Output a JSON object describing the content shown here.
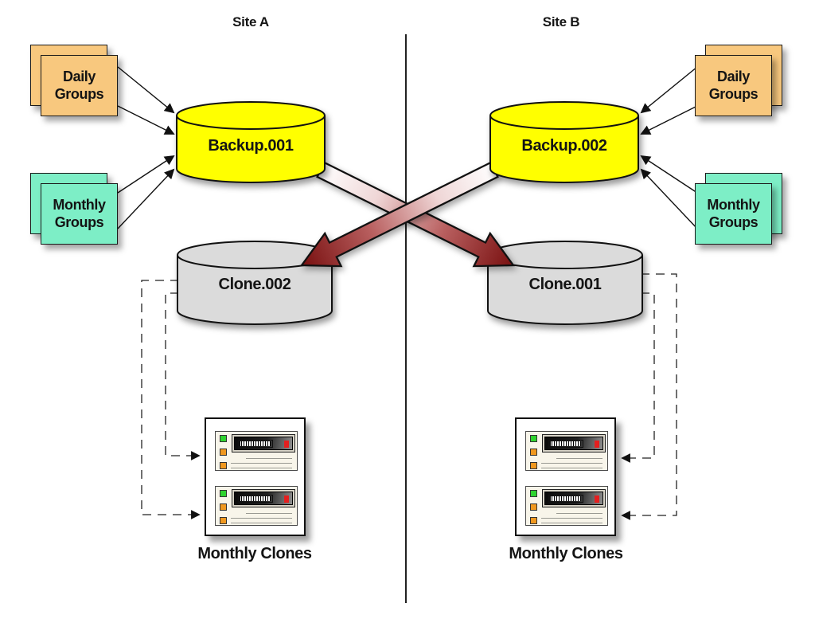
{
  "site_a": {
    "title": "Site A",
    "daily_label": "Daily Groups",
    "monthly_label": "Monthly Groups",
    "backup_label": "Backup.001",
    "clone_label": "Clone.002",
    "monthly_clones_label": "Monthly Clones"
  },
  "site_b": {
    "title": "Site B",
    "daily_label": "Daily Groups",
    "monthly_label": "Monthly Groups",
    "backup_label": "Backup.002",
    "clone_label": "Clone.001",
    "monthly_clones_label": "Monthly Clones"
  },
  "colors": {
    "daily-card": "#F8C87E",
    "monthly-card": "#7DEEC6",
    "backup-cyl": "#FFFF00",
    "clone-cyl": "#DBDBDB",
    "arrow-head-red": "#7C1414",
    "led-green": "#2FD32F",
    "led-orange": "#F0981F",
    "indicator-red": "#E41F1F"
  }
}
